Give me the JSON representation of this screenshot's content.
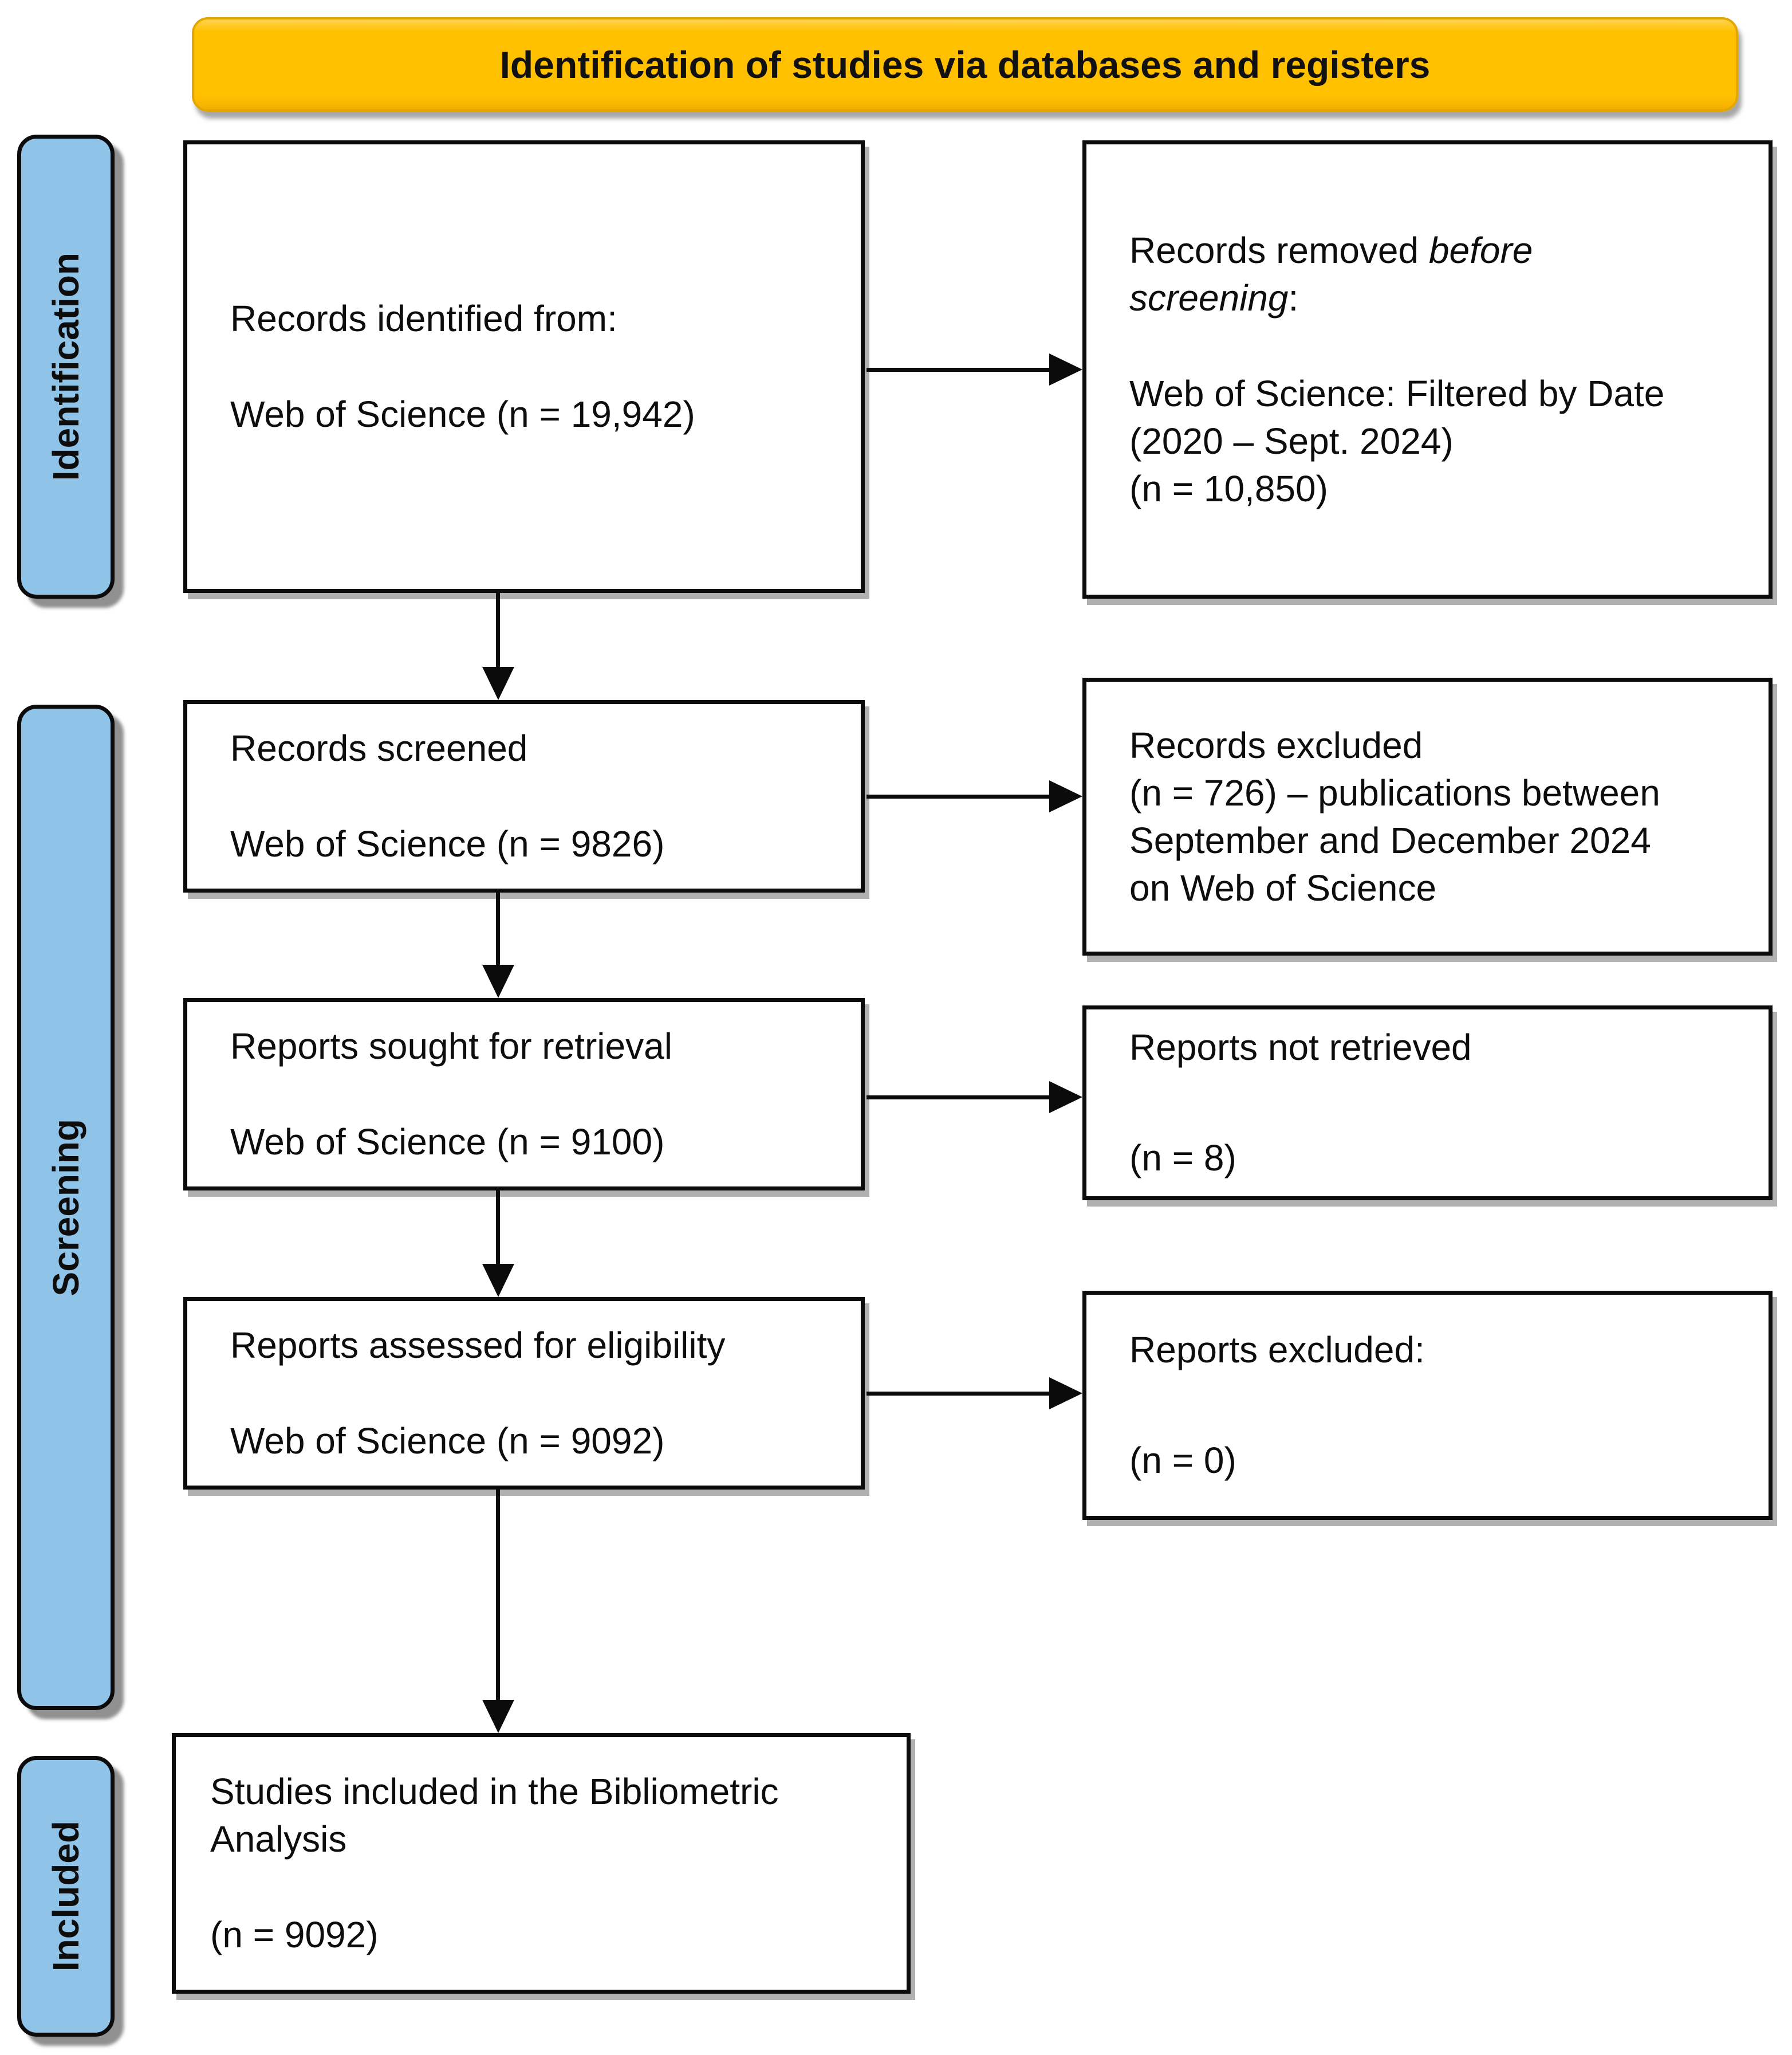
{
  "banner": {
    "label": "Identification of studies via databases and registers"
  },
  "stages": {
    "identification": "Identification",
    "screening": "Screening",
    "included": "Included"
  },
  "boxes": {
    "identified": {
      "p1": "Records identified from:",
      "p2": "Web of Science (n = 19,942)"
    },
    "removed": {
      "p1_pre": "Records removed ",
      "p1_italic": "before\nscreening",
      "p1_post": ":",
      "p2": "Web of Science: Filtered by Date\n(2020 – Sept. 2024)\n(n = 10,850)"
    },
    "screened": {
      "p1": "Records screened",
      "p2": "Web of Science (n = 9826)"
    },
    "records_excluded": {
      "p1": "Records excluded\n(n = 726) – publications between\nSeptember and December 2024\non Web of Science"
    },
    "sought": {
      "p1": "Reports sought for retrieval",
      "p2": "Web of Science (n = 9100)"
    },
    "not_retrieved": {
      "p1": "Reports not retrieved",
      "p2": "(n = 8)"
    },
    "assessed": {
      "p1": "Reports assessed for eligibility",
      "p2": "Web of Science (n = 9092)"
    },
    "reports_excluded": {
      "p1": "Reports excluded:",
      "p2": "(n = 0)"
    },
    "included_studies": {
      "p1": "Studies included in the Bibliometric\nAnalysis",
      "p2": "(n = 9092)"
    }
  },
  "colors": {
    "banner_bg": "#FFC000",
    "stage_bg": "#8FC3E7",
    "border": "#0B0B0B",
    "box_bg": "#FFFFFF"
  }
}
